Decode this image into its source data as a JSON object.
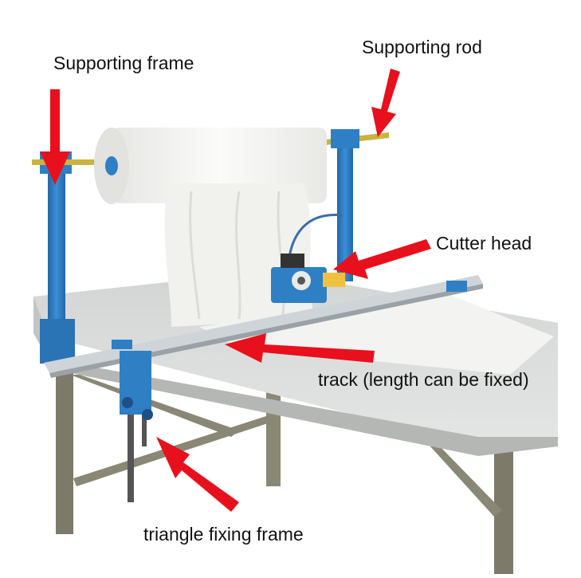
{
  "labels": {
    "supporting_frame": "Supporting frame",
    "supporting_rod": "Supporting rod",
    "cutter_head": "Cutter head",
    "track": "track (length can be fixed)",
    "triangle_fixing_frame": "triangle fixing frame"
  },
  "colors": {
    "arrow": "#e8101c",
    "frame_blue": "#2f7fc4",
    "table_top": "#dcdedd",
    "table_edge": "#b5b7b5",
    "leg": "#7d7a6a",
    "fabric": "#f4f4f2",
    "rod": "#c9b43e",
    "track": "#cfd4d8"
  },
  "icons": {
    "arrow": "red-arrow-icon"
  }
}
